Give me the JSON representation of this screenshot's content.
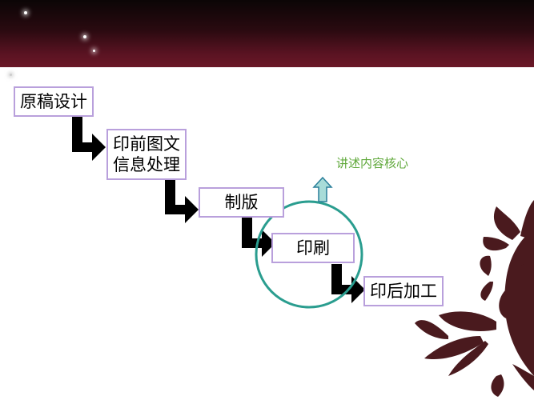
{
  "steps": [
    {
      "lines": [
        "原稿设计"
      ]
    },
    {
      "lines": [
        "印前图文",
        "信息处理"
      ]
    },
    {
      "lines": [
        "制版"
      ]
    },
    {
      "lines": [
        "印刷"
      ]
    },
    {
      "lines": [
        "印后加工"
      ]
    }
  ],
  "note": "讲述内容核心",
  "colors": {
    "box_border": "#b9a0dc",
    "arrow": "#000000",
    "circle": "#2a9d8f",
    "up_arrow": "#a8dcd8",
    "note_text": "#5fa83a",
    "flower": "#4a1a1e"
  },
  "icons": [
    "elbow-arrow-icon",
    "up-arrow-icon",
    "flower-decoration-icon",
    "star-icon"
  ]
}
